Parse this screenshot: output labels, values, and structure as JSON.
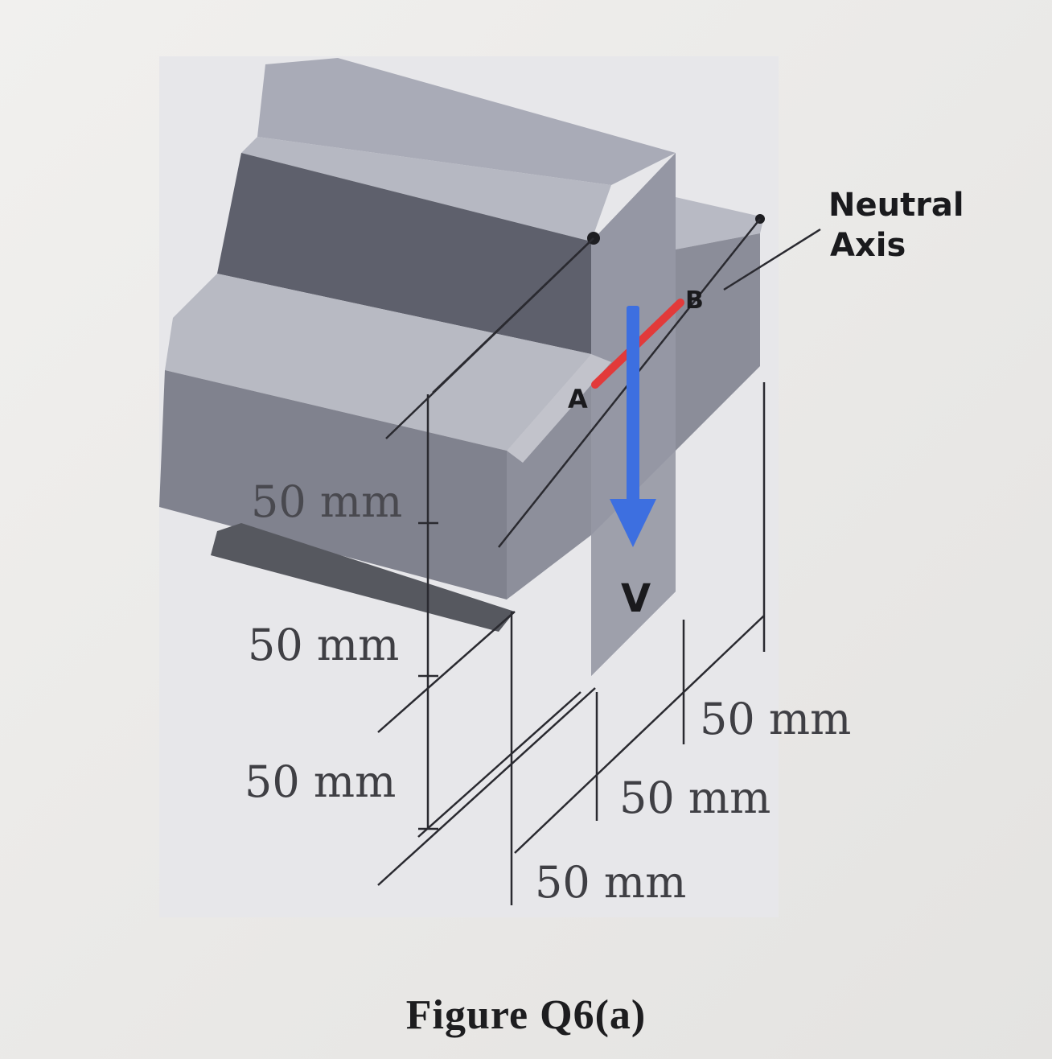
{
  "figure": {
    "caption": "Figure Q6(a)",
    "labels": {
      "neutral_axis_line1": "Neutral",
      "neutral_axis_line2": "Axis",
      "point_a": "A",
      "point_b": "B",
      "shear_force": "V"
    },
    "dimensions": {
      "left_top": "50 mm",
      "left_middle": "50 mm",
      "left_bottom": "50 mm",
      "bottom_right": "50 mm",
      "bottom_middle": "50 mm",
      "bottom_left": "50 mm"
    },
    "colors": {
      "shear_arrow": "#3d6fe0",
      "line_ab": "#e23a3a",
      "block_face": "#8d8f9b",
      "block_top": "#b9bac2",
      "block_dark": "#5f606a"
    }
  }
}
